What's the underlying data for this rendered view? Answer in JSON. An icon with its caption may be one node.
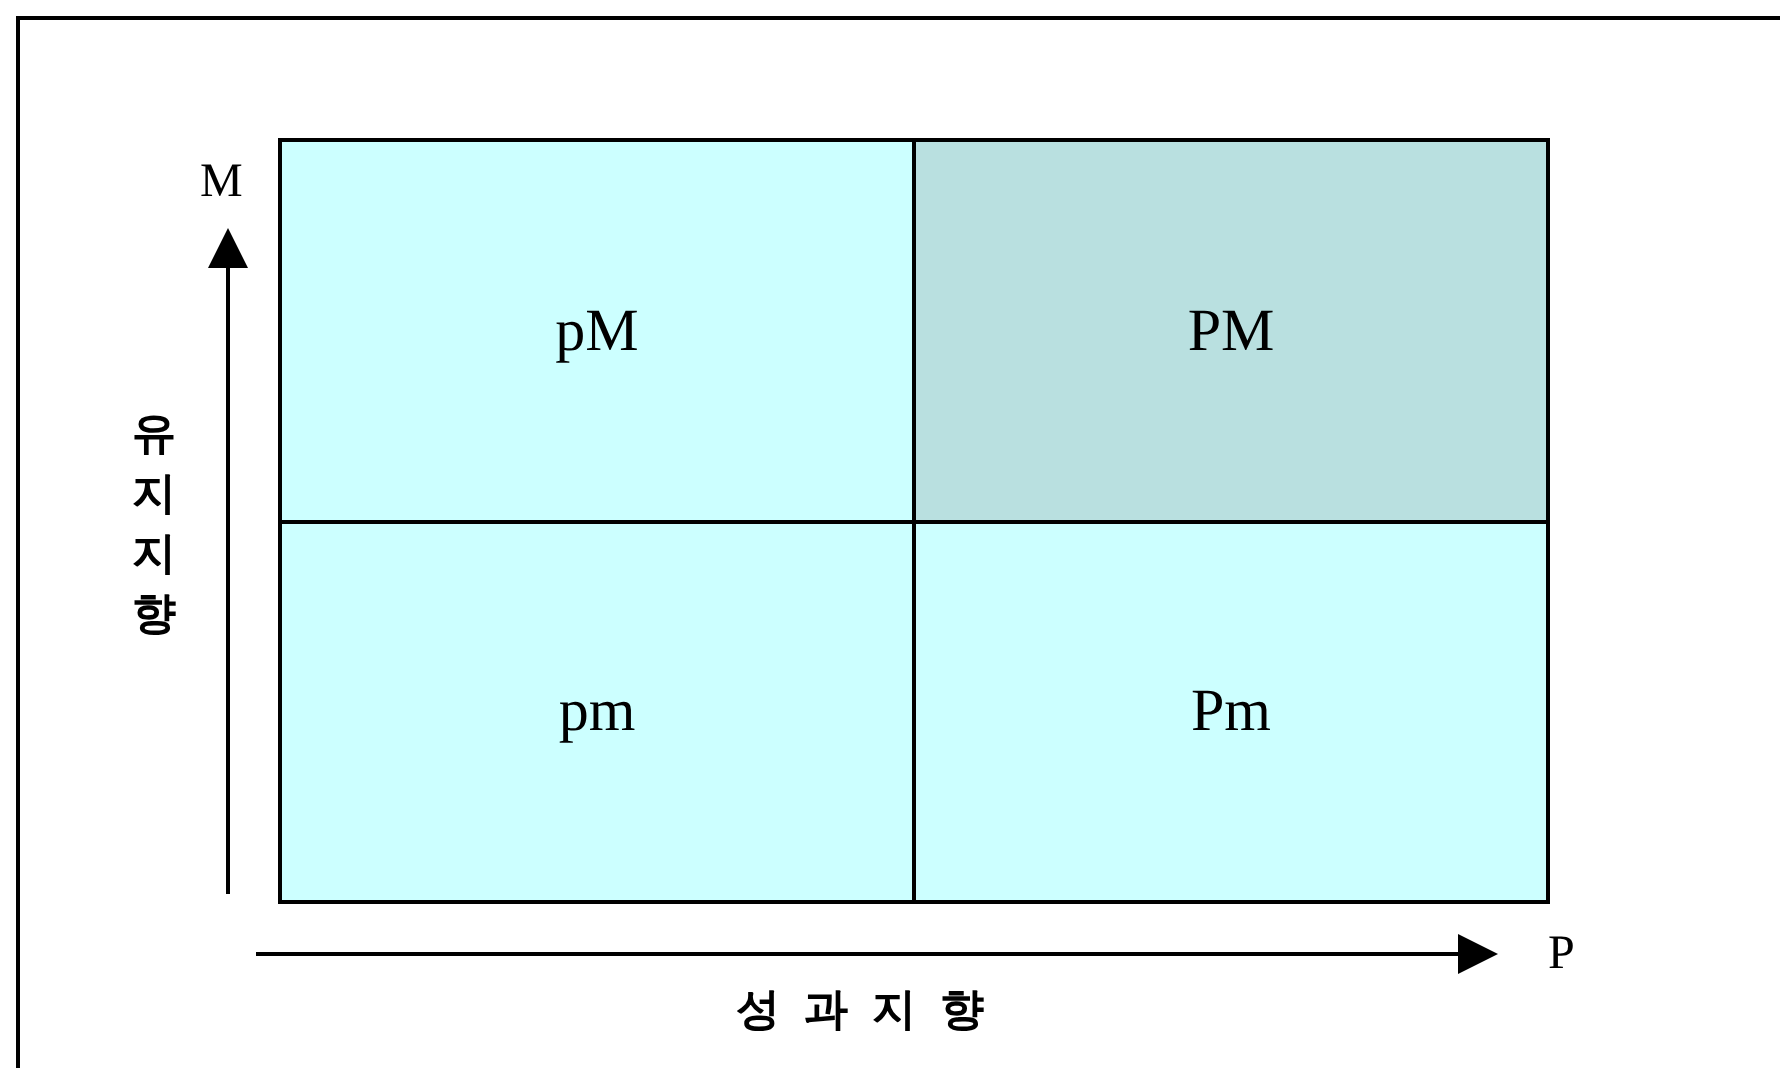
{
  "diagram": {
    "nodes": [
      {
        "text": [
          "pM"
        ]
      },
      {
        "text": [
          "PM"
        ]
      },
      {
        "text": [
          "pm"
        ]
      },
      {
        "text": [
          "Pm"
        ]
      }
    ],
    "edges": [],
    "labels": [
      "M",
      "유지지향",
      "P",
      "성과지향"
    ]
  }
}
